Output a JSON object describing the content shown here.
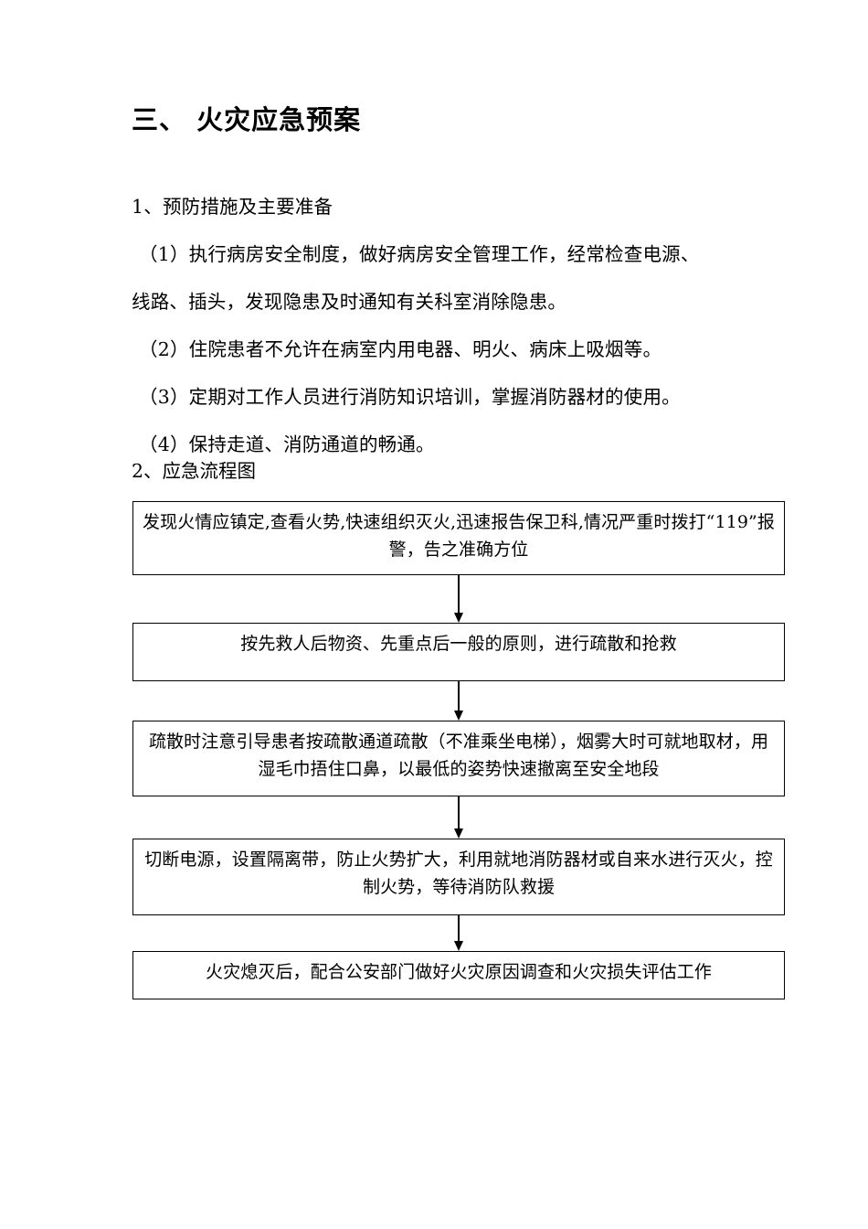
{
  "document": {
    "title": "三、 火灾应急预案"
  },
  "sections": {
    "prevention": {
      "heading": "1、预防措施及主要准备",
      "items": [
        "（1）执行病房安全制度，做好病房安全管理工作，经常检查电源、",
        "线路、插头，发现隐患及时通知有关科室消除隐患。",
        "（2）住院患者不允许在病室内用电器、明火、病床上吸烟等。",
        "（3）定期对工作人员进行消防知识培训，掌握消防器材的使用。",
        "（4）保持走道、消防通道的畅通。"
      ]
    },
    "flowchart": {
      "heading": "2、应急流程图"
    }
  },
  "chart_data": {
    "type": "diagram",
    "title": "应急流程图",
    "orientation": "vertical",
    "nodes": [
      {
        "id": "step1",
        "text": "发现火情应镇定,查看火势,快速组织灭火,迅速报告保卫科,情况严重时拨打“119”报警，告之准确方位"
      },
      {
        "id": "step2",
        "text": "按先救人后物资、先重点后一般的原则，进行疏散和抢救"
      },
      {
        "id": "step3",
        "text": "疏散时注意引导患者按疏散通道疏散（不准乘坐电梯），烟雾大时可就地取材，用湿毛巾捂住口鼻，以最低的姿势快速撤离至安全地段"
      },
      {
        "id": "step4",
        "text": "切断电源，设置隔离带，防止火势扩大，利用就地消防器材或自来水进行灭火，控制火势，等待消防队救援"
      },
      {
        "id": "step5",
        "text": "火灾熄灭后，配合公安部门做好火灾原因调查和火灾损失评估工作"
      }
    ],
    "edges": [
      {
        "from": "step1",
        "to": "step2",
        "style": "arrow-down"
      },
      {
        "from": "step2",
        "to": "step3",
        "style": "arrow-down"
      },
      {
        "from": "step3",
        "to": "step4",
        "style": "arrow-down"
      },
      {
        "from": "step4",
        "to": "step5",
        "style": "arrow-down"
      }
    ],
    "colors": {
      "box_border": "#000000",
      "box_fill": "#ffffff",
      "arrow": "#000000",
      "text": "#000000"
    }
  }
}
